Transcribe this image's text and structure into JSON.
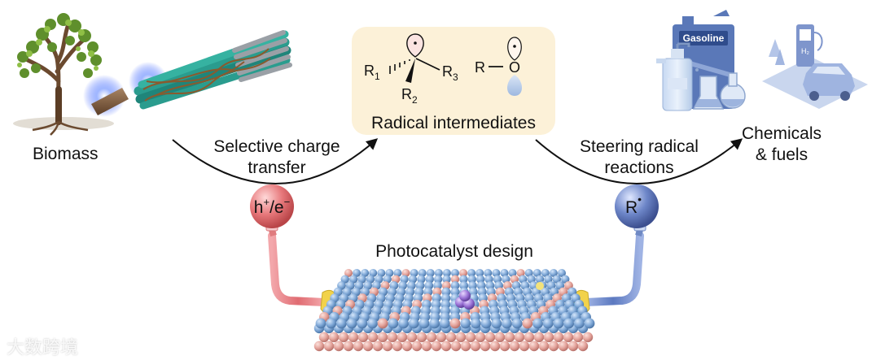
{
  "labels": {
    "biomass": "Biomass",
    "step1_line1": "Selective charge",
    "step1_line2": "transfer",
    "radical_intermediates": "Radical intermediates",
    "step2_line1": "Steering radical",
    "step2_line2": "reactions",
    "products_line1": "Chemicals",
    "products_line2": "& fuels",
    "photocatalyst": "Photocatalyst design",
    "carrier_ball": "h",
    "carrier_sup": "+",
    "carrier_mid": "/e",
    "carrier_sup2": "−",
    "radical_ball": "R",
    "radical_dot": "•",
    "gasoline": "Gasoline",
    "h2": "H₂"
  },
  "formula": {
    "r1": "R",
    "r1_sub": "1",
    "r2": "R",
    "r2_sub": "2",
    "r3": "R",
    "r3_sub": "3",
    "ro_r": "R",
    "ro_o": "O"
  },
  "watermark": "大数跨境",
  "colors": {
    "panel": "#fcf1d8",
    "pink": "#e07b7e",
    "blue": "#6f89c4",
    "atom_blue": "#7fa8d6",
    "atom_pink": "#e7a7a1",
    "green_teal": "#2a9c8e"
  }
}
